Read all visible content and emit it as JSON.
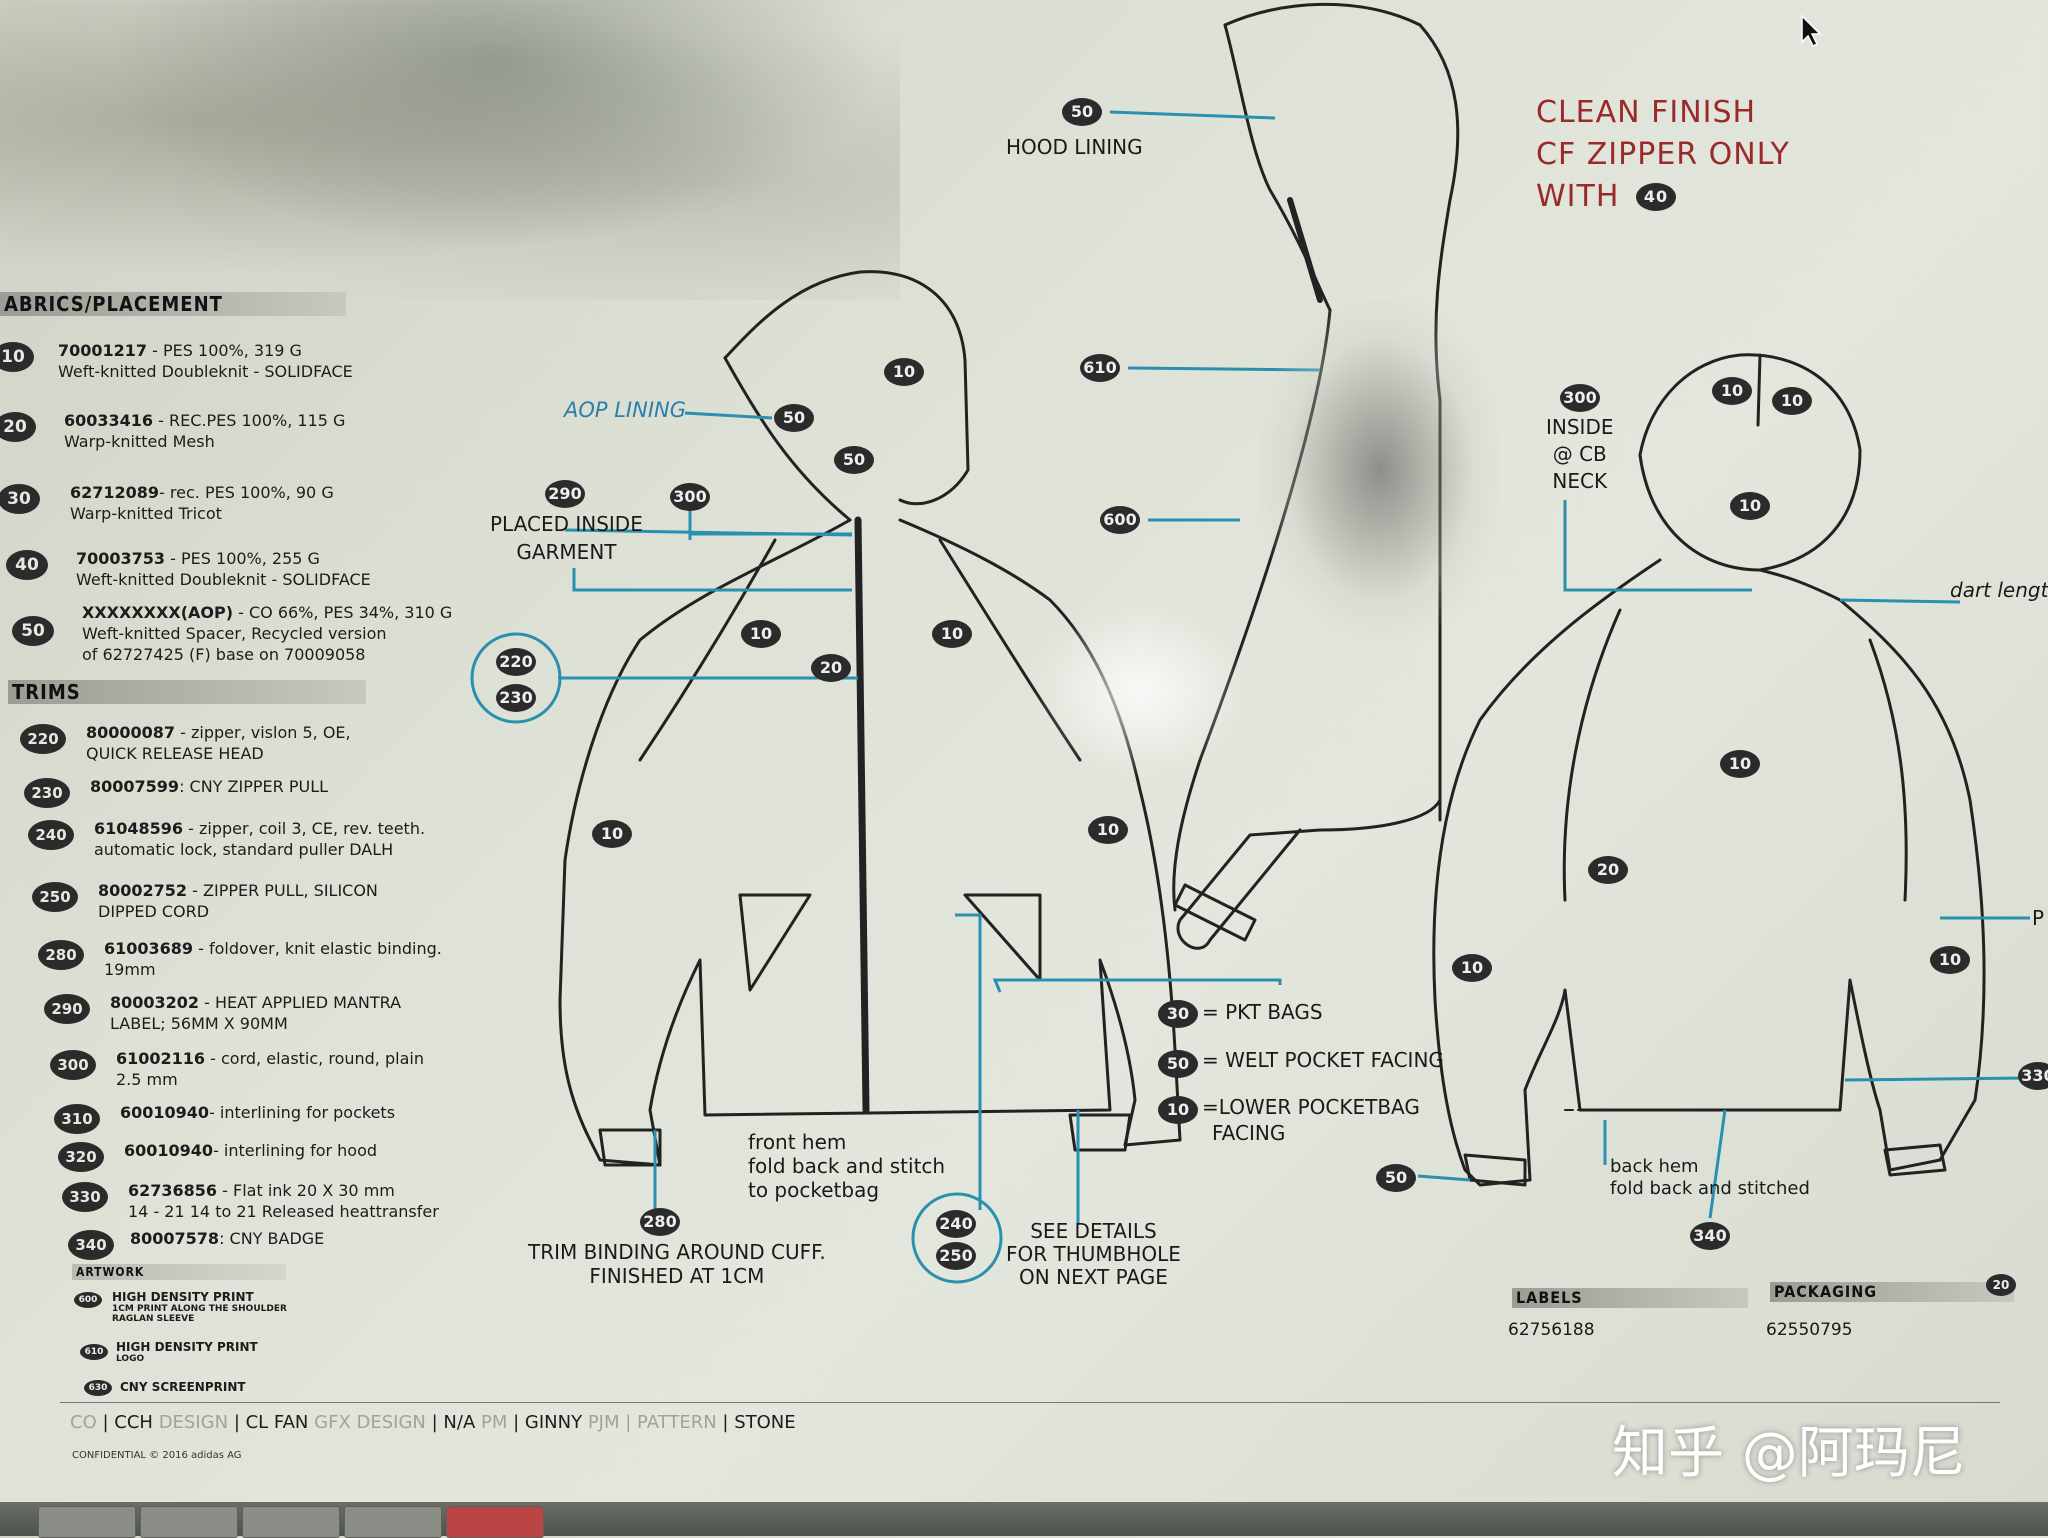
{
  "fabrics": {
    "title": "ABRICS/PLACEMENT",
    "items": [
      {
        "num": "10",
        "code": "70001217",
        "desc": " - PES 100%, 319 G",
        "line2": "Weft-knitted Doubleknit - SOLIDFACE"
      },
      {
        "num": "20",
        "code": "60033416",
        "desc": " - REC.PES 100%, 115 G",
        "line2": "Warp-knitted Mesh"
      },
      {
        "num": "30",
        "code": "62712089",
        "desc": "- rec. PES 100%, 90 G",
        "line2": "Warp-knitted Tricot"
      },
      {
        "num": "40",
        "code": "70003753",
        "desc": " - PES 100%, 255 G",
        "line2": "Weft-knitted Doubleknit - SOLIDFACE"
      },
      {
        "num": "50",
        "code": "XXXXXXXX(AOP)",
        "desc": " - CO 66%, PES 34%, 310 G",
        "line2": "Weft-knitted Spacer, Recycled version",
        "line3": "of 62727425 (F) base on 70009058"
      }
    ]
  },
  "trims": {
    "title": "TRIMS",
    "items": [
      {
        "num": "220",
        "code": "80000087",
        "desc": " - zipper, vislon 5, OE,",
        "line2": "QUICK RELEASE HEAD"
      },
      {
        "num": "230",
        "code": "80007599",
        "desc": ": CNY ZIPPER PULL",
        "line2": ""
      },
      {
        "num": "240",
        "code": "61048596",
        "desc": " - zipper, coil 3, CE, rev. teeth.",
        "line2": "automatic lock, standard puller DALH"
      },
      {
        "num": "250",
        "code": "80002752",
        "desc": " - ZIPPER PULL, SILICON",
        "line2": "DIPPED CORD"
      },
      {
        "num": "280",
        "code": "61003689",
        "desc": " - foldover, knit elastic binding.",
        "line2": "19mm"
      },
      {
        "num": "290",
        "code": "80003202",
        "desc": " - HEAT APPLIED MANTRA",
        "line2": "LABEL; 56MM X 90MM"
      },
      {
        "num": "300",
        "code": "61002116",
        "desc": " - cord, elastic, round, plain",
        "line2": "2.5 mm"
      },
      {
        "num": "310",
        "code": "60010940",
        "desc": "- interlining for pockets",
        "line2": ""
      },
      {
        "num": "320",
        "code": "60010940",
        "desc": "- interlining for hood",
        "line2": ""
      },
      {
        "num": "330",
        "code": "62736856",
        "desc": " -    Flat ink 20 X 30 mm",
        "line2": "14 - 21 14 to 21 Released heattransfer"
      },
      {
        "num": "340",
        "code": "80007578",
        "desc": ": CNY BADGE",
        "line2": ""
      }
    ]
  },
  "artwork": {
    "title": "ARTWORK",
    "items": [
      {
        "num": "600",
        "line1": "HIGH DENSITY PRINT",
        "line2": "1CM PRINT ALONG THE SHOULDER",
        "line3": "RAGLAN SLEEVE"
      },
      {
        "num": "610",
        "line1": "HIGH DENSITY PRINT",
        "line2": "LOGO",
        "line3": ""
      },
      {
        "num": "630",
        "line1": "CNY SCREENPRINT",
        "line2": "",
        "line3": ""
      }
    ]
  },
  "callouts": {
    "hood_lining": "HOOD LINING",
    "clean_finish_1": "CLEAN FINISH",
    "clean_finish_2": "CF ZIPPER ONLY",
    "clean_finish_3": "WITH",
    "aop_lining": "AOP LINING",
    "placed_inside_1": "PLACED INSIDE",
    "placed_inside_2": "GARMENT",
    "inside_cb_1": "INSIDE",
    "inside_cb_2": "@ CB",
    "inside_cb_3": "NECK",
    "dart_length": "dart lengt",
    "pkt_bags": "= PKT BAGS",
    "welt_pocket": "= WELT POCKET FACING",
    "lower_pocketbag_1": "=LOWER POCKETBAG",
    "lower_pocketbag_2": "FACING",
    "front_hem_1": "front hem",
    "front_hem_2": "fold back and stitch",
    "front_hem_3": "to pocketbag",
    "trim_binding_1": "TRIM BINDING AROUND CUFF.",
    "trim_binding_2": "FINISHED AT 1CM",
    "see_details_1": "SEE DETAILS",
    "see_details_2": "FOR THUMBHOLE",
    "see_details_3": "ON NEXT PAGE",
    "back_hem_1": "back hem",
    "back_hem_2": "fold back and stitched",
    "labels_title": "LABELS",
    "labels_code": "62756188",
    "packaging_title": "PACKAGING",
    "packaging_code": "62550795",
    "p_edge": "P"
  },
  "badges": {
    "b50_top": "50",
    "b40": "40",
    "b610": "610",
    "b600": "600",
    "b10_hood": "10",
    "b50_hood1": "50",
    "b50_hood2": "50",
    "b290": "290",
    "b300": "300",
    "b220": "220",
    "b230": "230",
    "b10_chest_l": "10",
    "b10_chest_r": "10",
    "b20_front": "20",
    "b10_sleeve_l": "10",
    "b10_sleeve_r": "10",
    "b280": "280",
    "b240": "240",
    "b250": "250",
    "b30_legend": "30",
    "b50_legend": "50",
    "b10_legend": "10",
    "b300_back": "300",
    "b10_backhood1": "10",
    "b10_backhood2": "10",
    "b10_backhood3": "10",
    "b10_back": "10",
    "b20_back": "20",
    "b10_back_l": "10",
    "b10_back_r": "10",
    "b50_back": "50",
    "b340": "340",
    "b330_edge": "330",
    "b20_corner": "20"
  },
  "footer": {
    "co": "CO",
    "cch": "| CCH",
    "design": "DESIGN",
    "cl_fan": "| CL FAN",
    "gfx": "GFX DESIGN",
    "na": "| N/A",
    "pm": "PM",
    "ginny": "| GINNY",
    "pjm": "PJM |",
    "pattern": "PATTERN",
    "stone": "| STONE",
    "confidential": "CONFIDENTIAL © 2016 adidas AG"
  },
  "watermark": "知乎 @阿玛尼",
  "colors": {
    "callout_line": "#2b8fae",
    "red_note": "#9a2a2a",
    "badge": "#2b2b2b"
  },
  "icons": {
    "cursor": "mouse-pointer-icon"
  }
}
